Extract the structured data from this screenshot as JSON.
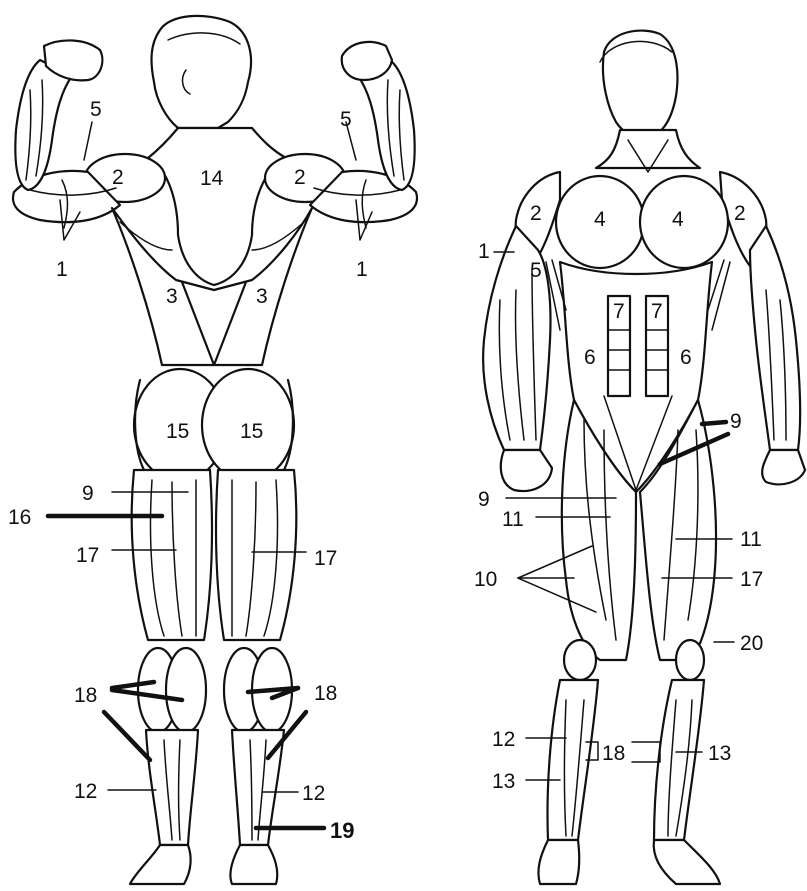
{
  "labels": {
    "posterior": {
      "deltoid_left": "2",
      "deltoid_right": "2",
      "triceps_left": "1",
      "triceps_right": "1",
      "biceps_left": "5",
      "biceps_right": "5",
      "trapezius": "14",
      "lats_left": "3",
      "lats_right": "3",
      "glute_left": "15",
      "glute_right": "15",
      "adductor": "9",
      "vastus_lateralis": "16",
      "hamstring_left": "17",
      "hamstring_right": "17",
      "gastrocnemius_left": "18",
      "gastrocnemius_right": "18",
      "tibialis_left": "12",
      "tibialis_right": "12",
      "achilles": "19"
    },
    "anterior": {
      "deltoid_left": "2",
      "deltoid_right": "2",
      "pec_left": "4",
      "pec_right": "4",
      "triceps": "1",
      "biceps": "5",
      "abs_left": "7",
      "abs_right": "7",
      "oblique_left": "6",
      "oblique_right": "6",
      "adductor_left": "9",
      "adductor_right": "9",
      "sartorius_left": "11",
      "sartorius_right": "11",
      "quadriceps": "10",
      "rectus_femoris": "17",
      "vastus": "20",
      "tibialis": "12",
      "soleus_left": "13",
      "soleus_right": "13",
      "gastrocnemius": "18"
    }
  }
}
